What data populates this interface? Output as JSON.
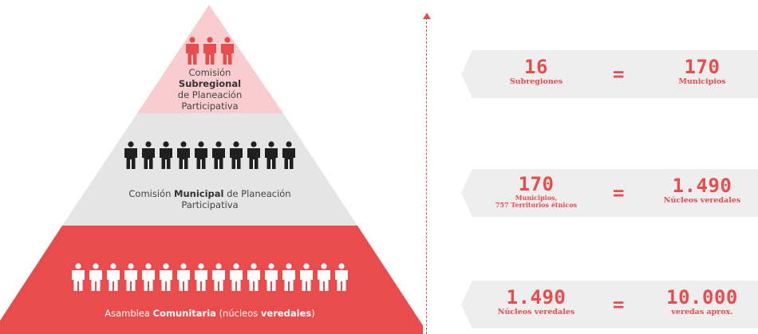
{
  "colors": {
    "tier1": "#f9cccf",
    "tier2": "#e5e5e5",
    "tier3": "#e84c4c",
    "tier1_people": "#e84c4c",
    "tier2_people": "#1f1f1f",
    "tier3_people": "#ffffff",
    "accent": "#e84c4c",
    "panel": "#eeeeee"
  },
  "pyramid": {
    "tiers": [
      {
        "id": "tier1",
        "people_count": 3,
        "label": {
          "line1": "Comisión",
          "bold": "Subregional",
          "line3": "de Planeación",
          "line4": "Participativa"
        }
      },
      {
        "id": "tier2",
        "people_count": 10,
        "label": {
          "pre": "Comisión ",
          "bold": "Municipal",
          "post": " de Planeación",
          "line2": "Participativa"
        }
      },
      {
        "id": "tier3",
        "people_count": 16,
        "label": {
          "pre": "Asamblea ",
          "bold1": "Comunitaria",
          "mid": " (núcleos ",
          "bold2": "veredales",
          "post": ")"
        }
      }
    ]
  },
  "equivalences": [
    {
      "left_value": "16",
      "left_caption": "Subregiones",
      "left_caption2": "",
      "symbol": "=",
      "right_value": "170",
      "right_caption": "Municipios"
    },
    {
      "left_value": "170",
      "left_caption": "Municipios,",
      "left_caption2": "757 Territorios étnicos",
      "symbol": "=",
      "right_value": "1.490",
      "right_caption": "Núcleos veredales"
    },
    {
      "left_value": "1.490",
      "left_caption": "Núcleos veredales",
      "left_caption2": "",
      "symbol": "=",
      "right_value": "10.000",
      "right_caption": "veredas aprox."
    }
  ]
}
